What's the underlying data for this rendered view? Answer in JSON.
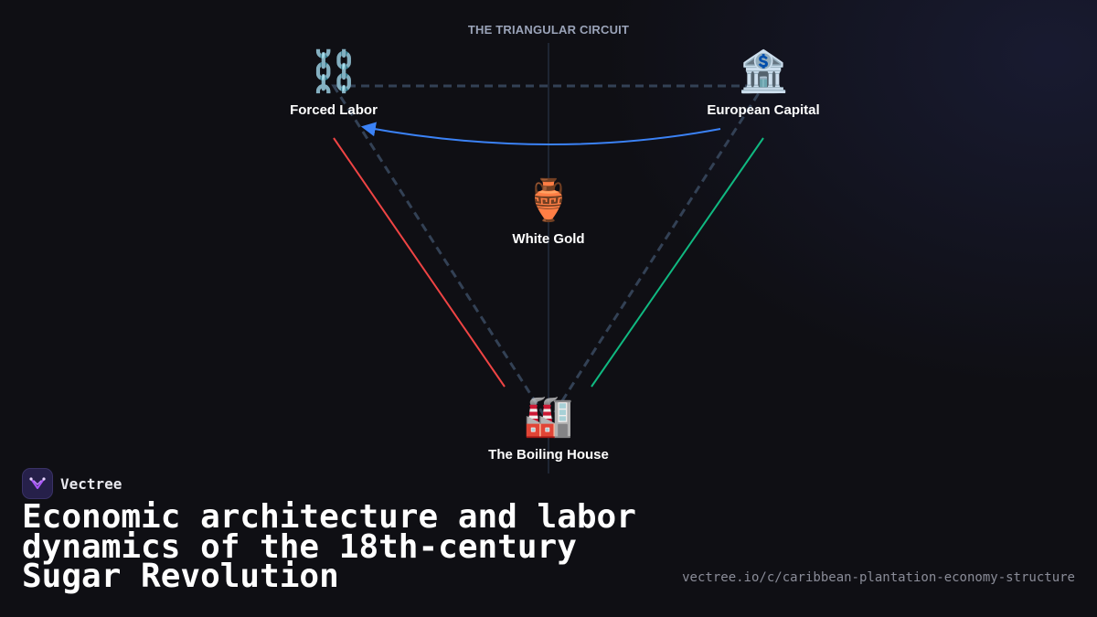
{
  "diagram": {
    "title": "THE TRIANGULAR CIRCUIT",
    "nodes": [
      {
        "id": "forced-labor",
        "icon": "chains-icon",
        "emoji": "⛓️",
        "label": "Forced Labor"
      },
      {
        "id": "european-capital",
        "icon": "bank-icon",
        "emoji": "🏦",
        "label": "European Capital"
      },
      {
        "id": "white-gold",
        "icon": "amphora-icon",
        "emoji": "🏺",
        "label": "White Gold"
      },
      {
        "id": "boiling-house",
        "icon": "factory-icon",
        "emoji": "🏭",
        "label": "The Boiling House"
      }
    ],
    "connectors": [
      {
        "from": "forced-labor",
        "to": "boiling-house",
        "color": "#ef4444"
      },
      {
        "from": "boiling-house",
        "to": "european-capital",
        "color": "#10b981"
      },
      {
        "from": "european-capital",
        "to": "forced-labor",
        "color": "#3b82f6"
      }
    ],
    "circuit_color": "#334155"
  },
  "brand": {
    "name": "Vectree",
    "logo_color": "#a855f7"
  },
  "headline": "Economic architecture and labor dynamics of the 18th-century Sugar Revolution",
  "url": "vectree.io/c/caribbean-plantation-economy-structure"
}
